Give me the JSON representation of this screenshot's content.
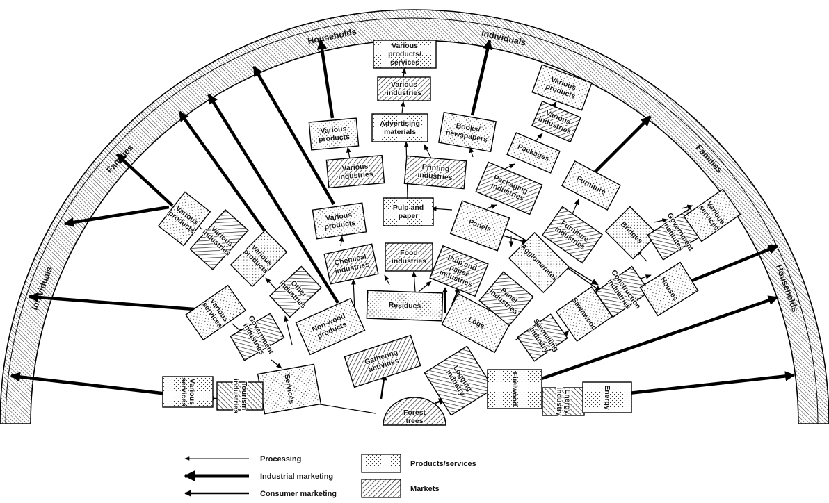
{
  "rim": {
    "labels": [
      "Individuals",
      "Families",
      "Households",
      "Individuals",
      "Families",
      "Households"
    ]
  },
  "nodes": {
    "forest_trees": [
      "Forest",
      "trees"
    ],
    "gathering": [
      "Gathering",
      "activities"
    ],
    "logging": [
      "Logging",
      "industry"
    ],
    "services": [
      "Services"
    ],
    "nonwood": [
      "Non-wood",
      "products"
    ],
    "residues": [
      "Residues"
    ],
    "logs": [
      "Logs"
    ],
    "fuelwood": [
      "Fuelwood"
    ],
    "energy_industry": [
      "Energy",
      "industry"
    ],
    "energy": [
      "Energy"
    ],
    "tourism": [
      "Tourism",
      "industries"
    ],
    "various_services_1": [
      "Various",
      "services"
    ],
    "government_ind": [
      "Government",
      "industries"
    ],
    "various_services_2": [
      "Various",
      "services"
    ],
    "other_ind": [
      "Other",
      "industries"
    ],
    "various_products_1": [
      "Various",
      "products"
    ],
    "various_ind_1": [
      "Various",
      "industries"
    ],
    "various_products_2": [
      "Various",
      "products"
    ],
    "chemical": [
      "Chemical",
      "industries"
    ],
    "food": [
      "Food",
      "industries"
    ],
    "pulp_paper_ind": [
      "Pulp and",
      "paper",
      "industries"
    ],
    "panel_ind": [
      "Panel",
      "industries"
    ],
    "sawmilling": [
      "Sawmilling",
      "industry"
    ],
    "sawnwood": [
      "Sawnwood"
    ],
    "construction": [
      "Construction",
      "industries"
    ],
    "houses": [
      "Houses"
    ],
    "agglomerates": [
      "Agglomerates"
    ],
    "panels": [
      "Panels"
    ],
    "pulp_paper": [
      "Pulp and",
      "paper"
    ],
    "various_products_3": [
      "Various",
      "products"
    ],
    "various_ind_2": [
      "Various",
      "industries"
    ],
    "various_products_4": [
      "Various",
      "products"
    ],
    "printing": [
      "Printing",
      "industries"
    ],
    "advertising": [
      "Advertising",
      "materials"
    ],
    "various_ind_3": [
      "Various",
      "industries"
    ],
    "various_products_services": [
      "Various",
      "products/",
      "services"
    ],
    "books": [
      "Books/",
      "newspapers"
    ],
    "packaging_ind": [
      "Packaging",
      "industries"
    ],
    "packages": [
      "Packages"
    ],
    "various_ind_4": [
      "Various",
      "industries"
    ],
    "various_products_5": [
      "Various",
      "products"
    ],
    "furniture_ind": [
      "Furniture",
      "industries"
    ],
    "furniture": [
      "Furniture"
    ],
    "bridges": [
      "Bridges"
    ],
    "government_inst": [
      "Government",
      "institutes"
    ],
    "various_services_3": [
      "Various",
      "services"
    ]
  },
  "legend": {
    "processing": "Processing",
    "industrial": "Industrial marketing",
    "consumer": "Consumer marketing",
    "products": "Products/services",
    "markets": "Markets"
  }
}
